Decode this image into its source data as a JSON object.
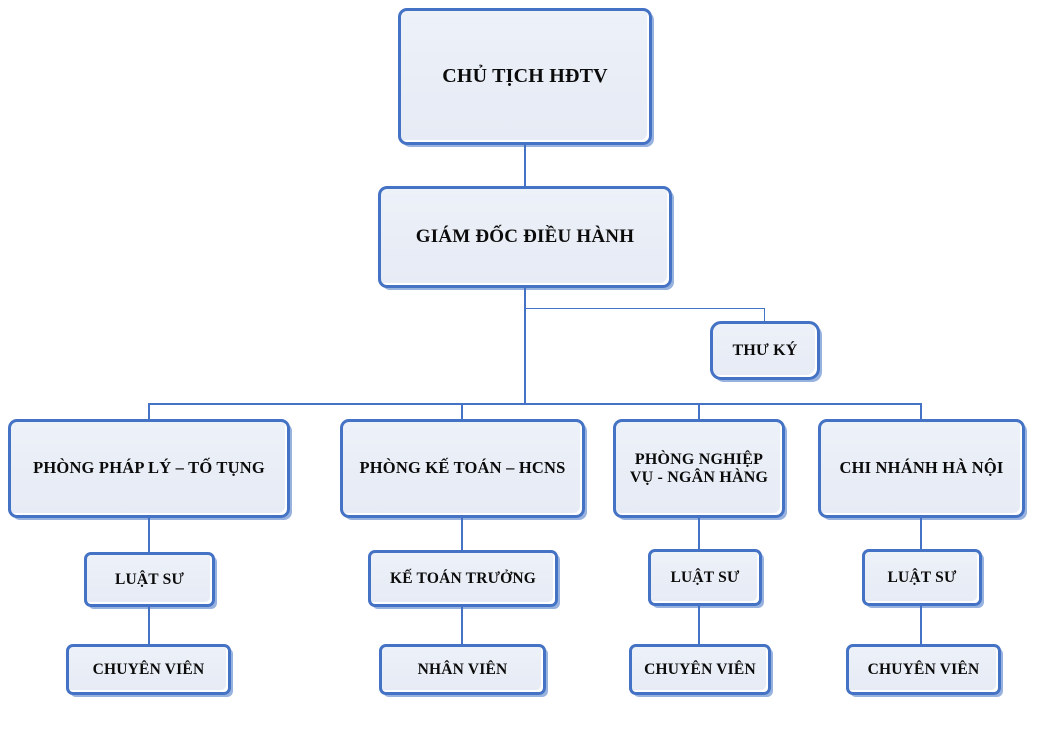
{
  "chart_title": "",
  "theme": {
    "border_color": "#4472C4",
    "fill_color": "#EAEEF7",
    "connector_color": "#4472C4",
    "text_color": "#000000",
    "background": "#FFFFFF"
  },
  "org_chart": {
    "type": "hierarchy",
    "levels": [
      {
        "level": 1,
        "nodes": [
          {
            "id": "chairman",
            "label": "CHỦ TỊCH HĐTV"
          }
        ]
      },
      {
        "level": 2,
        "nodes": [
          {
            "id": "ceo",
            "label": "GIÁM ĐỐC ĐIỀU HÀNH"
          }
        ]
      },
      {
        "level": "2-assistant",
        "nodes": [
          {
            "id": "secretary",
            "label": "THƯ KÝ"
          }
        ]
      },
      {
        "level": 3,
        "nodes": [
          {
            "id": "dept-legal",
            "label": "PHÒNG PHÁP LÝ – TỐ TỤNG"
          },
          {
            "id": "dept-accounting",
            "label": "PHÒNG KẾ TOÁN – HCNS"
          },
          {
            "id": "dept-banking",
            "label": "PHÒNG NGHIỆP\nVỤ - NGÂN HÀNG"
          },
          {
            "id": "branch-hanoi",
            "label": "CHI NHÁNH HÀ NỘI"
          }
        ]
      },
      {
        "level": 4,
        "nodes": [
          {
            "id": "legal-lawyer",
            "label": "LUẬT SƯ"
          },
          {
            "id": "chief-accountant",
            "label": "KẾ TOÁN TRƯỞNG"
          },
          {
            "id": "banking-lawyer",
            "label": "LUẬT SƯ"
          },
          {
            "id": "hanoi-lawyer",
            "label": "LUẬT SƯ"
          }
        ]
      },
      {
        "level": 5,
        "nodes": [
          {
            "id": "legal-specialist",
            "label": "CHUYÊN VIÊN"
          },
          {
            "id": "accounting-staff",
            "label": "NHÂN VIÊN"
          },
          {
            "id": "banking-specialist",
            "label": "CHUYÊN VIÊN"
          },
          {
            "id": "hanoi-specialist",
            "label": "CHUYÊN VIÊN"
          }
        ]
      }
    ],
    "edges": [
      {
        "from": "chairman",
        "to": "ceo"
      },
      {
        "from": "ceo",
        "to": "secretary",
        "style": "elbow"
      },
      {
        "from": "ceo",
        "to": "dept-legal"
      },
      {
        "from": "ceo",
        "to": "dept-accounting"
      },
      {
        "from": "ceo",
        "to": "dept-banking"
      },
      {
        "from": "ceo",
        "to": "branch-hanoi"
      },
      {
        "from": "dept-legal",
        "to": "legal-lawyer"
      },
      {
        "from": "dept-accounting",
        "to": "chief-accountant"
      },
      {
        "from": "dept-banking",
        "to": "banking-lawyer"
      },
      {
        "from": "branch-hanoi",
        "to": "hanoi-lawyer"
      },
      {
        "from": "legal-lawyer",
        "to": "legal-specialist"
      },
      {
        "from": "chief-accountant",
        "to": "accounting-staff"
      },
      {
        "from": "banking-lawyer",
        "to": "banking-specialist"
      },
      {
        "from": "hanoi-lawyer",
        "to": "hanoi-specialist"
      }
    ]
  }
}
